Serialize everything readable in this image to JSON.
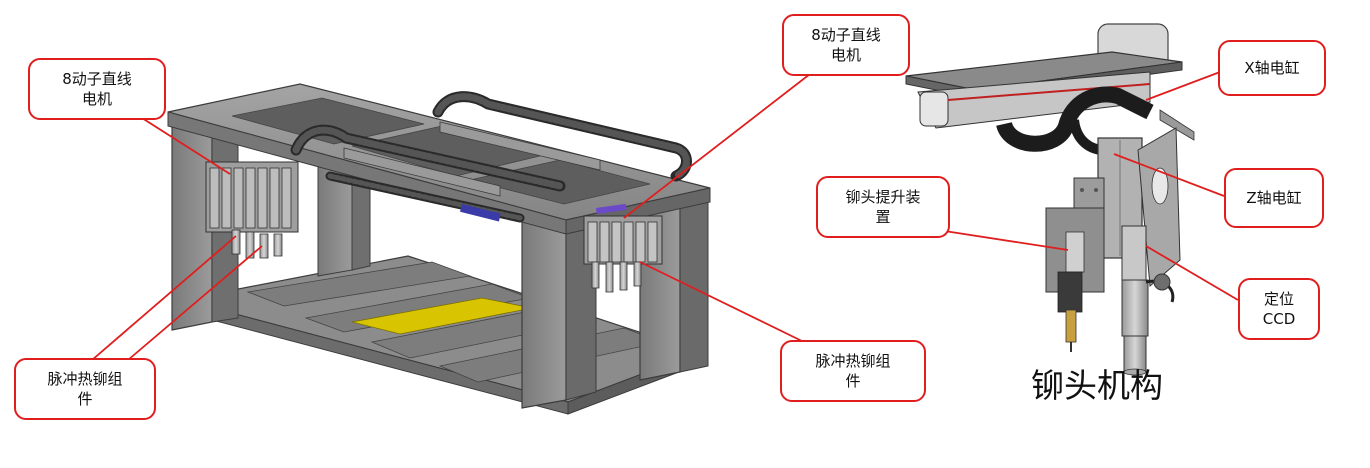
{
  "callouts": {
    "left_motor": "8动子直线\n电机",
    "left_pulse": "脉冲热铆组\n件",
    "mid_motor": "8动子直线\n电机",
    "mid_pulse": "脉冲热铆组\n件",
    "x_axis": "X轴电缸",
    "z_axis": "Z轴电缸",
    "lift": "铆头提升装\n置",
    "ccd": "定位\nCCD"
  },
  "caption": "铆头机构",
  "colors": {
    "callout_border": "#e01e1e",
    "leader_line": "#e01e1e",
    "frame_gray": "#8a8a8a",
    "frame_dark": "#4a4a4a",
    "yellow_strip": "#d8c400",
    "blue_accent": "#3a3aa8"
  }
}
